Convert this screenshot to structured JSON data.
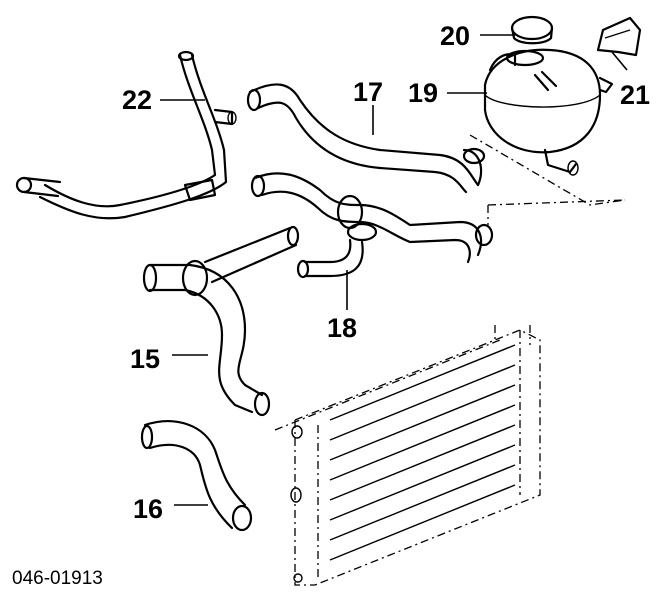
{
  "callouts": {
    "c15": "15",
    "c16": "16",
    "c17": "17",
    "c18": "18",
    "c19": "19",
    "c20": "20",
    "c21": "21",
    "c22": "22"
  },
  "drawing_code": "046-01913"
}
